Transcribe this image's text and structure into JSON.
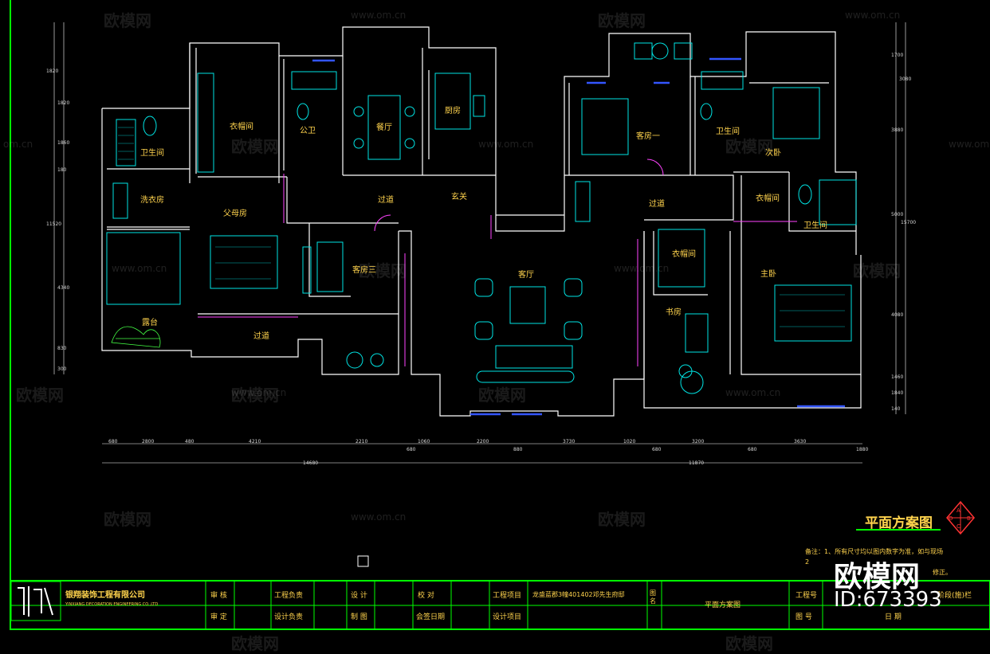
{
  "drawing": {
    "title": "平面方案图",
    "section_marks": [
      "A",
      "B",
      "C",
      "D"
    ],
    "notes": [
      "备注：1、所有尺寸均以图内数字为准，如与现场",
      "2",
      "修正。"
    ],
    "rooms": {
      "wardrobe1": "衣帽间",
      "public_wc": "公卫",
      "dining": "餐厅",
      "kitchen": "厨房",
      "guest1": "客房一",
      "wc_right": "卫生间",
      "second_bed": "次卧",
      "wc_left": "卫生间",
      "laundry": "洗衣房",
      "parents": "父母房",
      "corridor1": "过道",
      "foyer": "玄关",
      "corridor2": "过道",
      "wardrobe2": "衣帽间",
      "wc_master": "卫生间",
      "guest3": "客房三",
      "living": "客厅",
      "wardrobe3": "衣帽间",
      "master": "主卧",
      "terrace": "露台",
      "corridor3": "过道",
      "study": "书房"
    },
    "bottom_dims": [
      "680",
      "2800",
      "480",
      "4210",
      "2210",
      "1060",
      "680",
      "2200",
      "880",
      "3730",
      "1020",
      "680",
      "3200",
      "680",
      "3630",
      "1880"
    ],
    "total_dims": [
      "14680",
      "11870"
    ],
    "left_dims": [
      "1820",
      "1820",
      "1860",
      "180",
      "11520",
      "4340",
      "830",
      "300"
    ],
    "right_dims": [
      "1700",
      "3080",
      "3880",
      "5000",
      "15700",
      "4080",
      "1460",
      "1840",
      "140"
    ]
  },
  "title_block": {
    "company": "银翔装饰工程有限公司",
    "company_en": "YINXIANG DECORATION ENGINEERING CO.,LTD",
    "labels": {
      "review": "审 核",
      "approve": "审 定",
      "eng_lead": "工程负责",
      "design_lead": "设计负责",
      "design": "设 计",
      "draw": "制 图",
      "check": "校 对",
      "sign_date": "会签日期",
      "project": "工程项目",
      "design_item": "设计项目",
      "project_value": "龙盛蓝郡3幢401402邓先生府邸",
      "drawing_name_label": "图名",
      "drawing_name": "平面方案图",
      "project_no": "工程号",
      "drawing_no": "图 号",
      "date": "日 期",
      "stage": "阶段(施)栏"
    }
  },
  "watermark": {
    "brand": "欧模网",
    "url": "www.om.cn",
    "url_short": "om.cn",
    "id": "ID:673393"
  },
  "colors": {
    "background": "#000000",
    "frame": "#00ff00",
    "wall": "#ffffff",
    "furniture": "#00e5e5",
    "text": "#ffd34d",
    "window": "#3355ff",
    "door_swing": "#ff44ff"
  }
}
